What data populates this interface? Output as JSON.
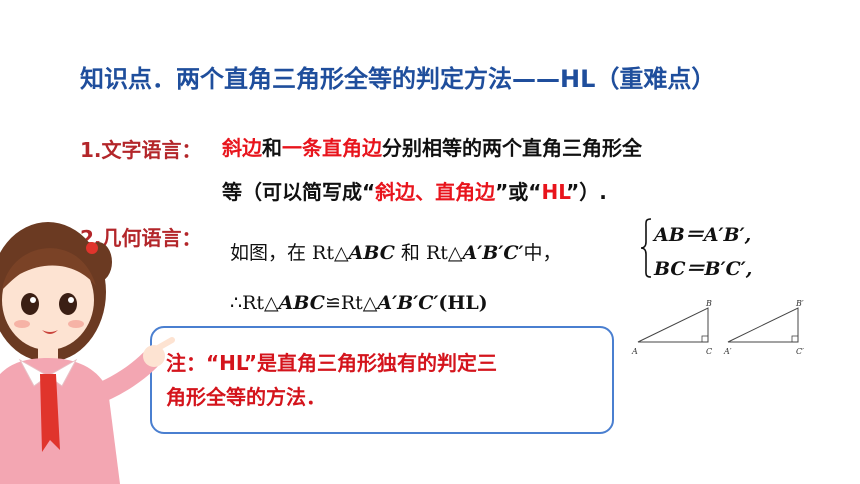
{
  "title": "知识点．两个直角三角形全等的判定方法——HL（重难点）",
  "text_lang": {
    "label": "1.文字语言：",
    "part1": "斜边",
    "part2": "和",
    "part3": "一条直角边",
    "part4": "分别相等的两个直角三角形全",
    "line2_a": "等（可以简写成“",
    "line2_b": "斜边、直角边",
    "line2_c": "”或“",
    "line2_d": "HL",
    "line2_e": "”）."
  },
  "geo_lang": {
    "label": "2.几何语言：",
    "intro": "如图，在 Rt△",
    "tri1": "ABC",
    "and": " 和 Rt△",
    "tri2": "A′B′C′",
    "zhong": "中，",
    "cond1": "AB＝A′B′,",
    "cond2": "BC＝B′C′,",
    "concl_a": "∴Rt△",
    "concl_tri1": "ABC",
    "concl_b": "≌Rt△",
    "concl_tri2": "A′B′C′",
    "concl_c": "(HL)"
  },
  "figure": {
    "tri1": {
      "A": "A",
      "B": "B",
      "C": "C"
    },
    "tri2": {
      "A": "A′",
      "B": "B′",
      "C": "C′"
    }
  },
  "note": {
    "line1": "注：“HL”是直角三角形独有的判定三",
    "line2": "角形全等的方法．"
  }
}
